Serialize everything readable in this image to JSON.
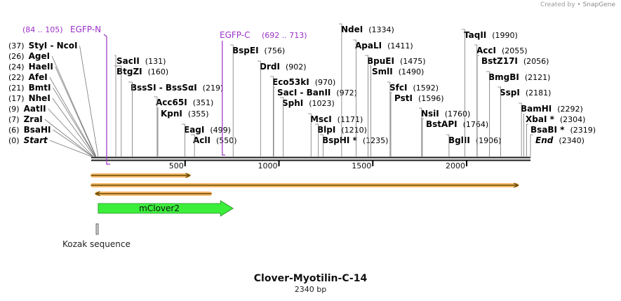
{
  "credit": {
    "prefix": "Created by",
    "brand": "SnapGene"
  },
  "plasmid": {
    "name": "Clover-Myotilin-C-14",
    "length_label": "2340 bp",
    "length": 2340
  },
  "colors": {
    "enzyme_text": "#000000",
    "egfp_primer": "#9b30c8",
    "feature_fill": "#3aee3a",
    "orf_fill": "#f2a23a",
    "backbone": "#1a1a1a"
  },
  "ruler": [
    {
      "pos": 500,
      "label": "500"
    },
    {
      "pos": 1000,
      "label": "1000"
    },
    {
      "pos": 1500,
      "label": "1500"
    },
    {
      "pos": 2000,
      "label": "2000"
    }
  ],
  "primers": [
    {
      "name": "EGFP-N",
      "range": "(84 .. 105)",
      "pos": 94
    },
    {
      "name": "EGFP-C",
      "range": "(692 .. 713)",
      "pos": 702
    }
  ],
  "enzymes": [
    {
      "name": "Start",
      "pos": 0,
      "pos_label": "(0)",
      "italic": true
    },
    {
      "name": "BsaHI",
      "pos": 6,
      "pos_label": "(6)"
    },
    {
      "name": "ZraI",
      "pos": 7,
      "pos_label": "(7)"
    },
    {
      "name": "AatII",
      "pos": 9,
      "pos_label": "(9)"
    },
    {
      "name": "NheI",
      "pos": 17,
      "pos_label": "(17)"
    },
    {
      "name": "BmtI",
      "pos": 21,
      "pos_label": "(21)"
    },
    {
      "name": "AfeI",
      "pos": 22,
      "pos_label": "(22)"
    },
    {
      "name": "HaeII",
      "pos": 24,
      "pos_label": "(24)"
    },
    {
      "name": "AgeI",
      "pos": 26,
      "pos_label": "(26)"
    },
    {
      "name": "StyI - NcoI",
      "pos": 37,
      "pos_label": "(37)"
    },
    {
      "name": "SacII",
      "pos": 131,
      "pos_label": "(131)"
    },
    {
      "name": "BtgZI",
      "pos": 160,
      "pos_label": "(160)"
    },
    {
      "name": "BssSI - BssSαI",
      "pos": 219,
      "pos_label": "(219)"
    },
    {
      "name": "Acc65I",
      "pos": 351,
      "pos_label": "(351)"
    },
    {
      "name": "KpnI",
      "pos": 355,
      "pos_label": "(355)"
    },
    {
      "name": "EagI",
      "pos": 499,
      "pos_label": "(499)"
    },
    {
      "name": "AclI",
      "pos": 550,
      "pos_label": "(550)"
    },
    {
      "name": "BspEI",
      "pos": 756,
      "pos_label": "(756)"
    },
    {
      "name": "DrdI",
      "pos": 902,
      "pos_label": "(902)"
    },
    {
      "name": "Eco53kI",
      "pos": 970,
      "pos_label": "(970)"
    },
    {
      "name": "SacI - BanII",
      "pos": 972,
      "pos_label": "(972)"
    },
    {
      "name": "SphI",
      "pos": 1023,
      "pos_label": "(1023)"
    },
    {
      "name": "MscI",
      "pos": 1171,
      "pos_label": "(1171)"
    },
    {
      "name": "BlpI",
      "pos": 1210,
      "pos_label": "(1210)"
    },
    {
      "name": "BspHI *",
      "pos": 1235,
      "pos_label": "(1235)"
    },
    {
      "name": "NdeI",
      "pos": 1334,
      "pos_label": "(1334)"
    },
    {
      "name": "ApaLI",
      "pos": 1411,
      "pos_label": "(1411)"
    },
    {
      "name": "BpuEI",
      "pos": 1475,
      "pos_label": "(1475)"
    },
    {
      "name": "SmlI",
      "pos": 1490,
      "pos_label": "(1490)"
    },
    {
      "name": "SfcI",
      "pos": 1592,
      "pos_label": "(1592)"
    },
    {
      "name": "PstI",
      "pos": 1596,
      "pos_label": "(1596)"
    },
    {
      "name": "NsiI",
      "pos": 1760,
      "pos_label": "(1760)"
    },
    {
      "name": "BstAPI",
      "pos": 1764,
      "pos_label": "(1764)"
    },
    {
      "name": "BglII",
      "pos": 1906,
      "pos_label": "(1906)"
    },
    {
      "name": "TaqII",
      "pos": 1990,
      "pos_label": "(1990)"
    },
    {
      "name": "AccI",
      "pos": 2055,
      "pos_label": "(2055)"
    },
    {
      "name": "BstZ17I",
      "pos": 2056,
      "pos_label": "(2056)"
    },
    {
      "name": "BmgBI",
      "pos": 2121,
      "pos_label": "(2121)"
    },
    {
      "name": "SspI",
      "pos": 2181,
      "pos_label": "(2181)"
    },
    {
      "name": "BamHI",
      "pos": 2292,
      "pos_label": "(2292)"
    },
    {
      "name": "XbaI *",
      "pos": 2304,
      "pos_label": "(2304)"
    },
    {
      "name": "BsaBI *",
      "pos": 2319,
      "pos_label": "(2319)"
    },
    {
      "name": "End",
      "pos": 2340,
      "pos_label": "(2340)",
      "italic": true
    }
  ],
  "orfs": [
    {
      "start": 0,
      "end": 525,
      "strand": "+"
    },
    {
      "start": 0,
      "end": 2274,
      "strand": "+"
    },
    {
      "start": 24,
      "end": 640,
      "strand": "-"
    }
  ],
  "features": [
    {
      "name": "mClover2",
      "start": 37,
      "end": 756,
      "type": "cds",
      "strand": "+"
    },
    {
      "name": "Kozak sequence",
      "start": 28,
      "end": 37,
      "type": "misc"
    }
  ]
}
